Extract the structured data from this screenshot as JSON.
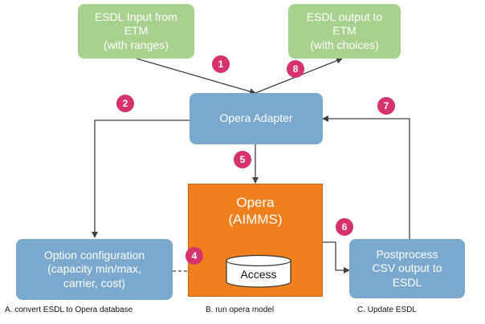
{
  "nodes": {
    "esdl_input": [
      "ESDL Input from",
      "ETM",
      "(with ranges)"
    ],
    "esdl_output": [
      "ESDL output to",
      "ETM",
      "(with choices)"
    ],
    "opera_adapter": "Opera Adapter",
    "opera": [
      "Opera",
      "(AIMMS)"
    ],
    "access": "Access",
    "option_config": [
      "Option configuration",
      "(capacity min/max,",
      "carrier, cost)"
    ],
    "postprocess": [
      "Postprocess",
      "CSV output to",
      "ESDL"
    ]
  },
  "steps": [
    "1",
    "2",
    "4",
    "5",
    "6",
    "7",
    "8"
  ],
  "captions": {
    "a": "A. convert ESDL to Opera database",
    "b": "B. run opera model",
    "c": "C. Update ESDL"
  },
  "colors": {
    "green": "#a9d18e",
    "blue": "#7aa9cd",
    "orange": "#f0801e",
    "badge": "#d6336c"
  }
}
